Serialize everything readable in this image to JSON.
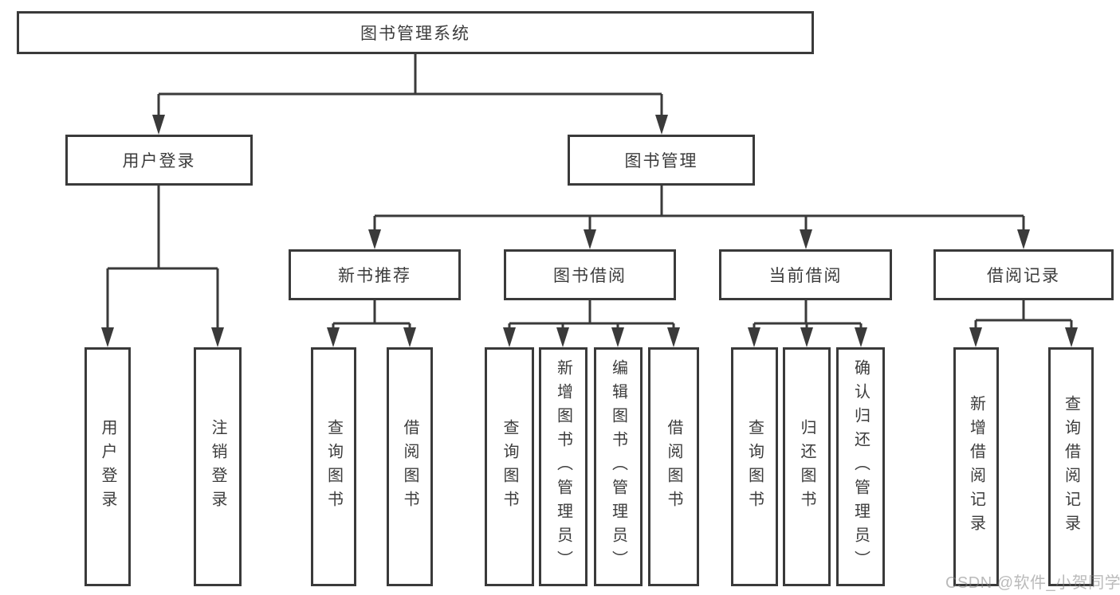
{
  "diagram_type": "hierarchy-tree",
  "tree": {
    "label": "图书管理系统",
    "children": [
      {
        "label": "用户登录",
        "children": [
          {
            "label": "用户登录"
          },
          {
            "label": "注销登录"
          }
        ]
      },
      {
        "label": "图书管理",
        "children": [
          {
            "label": "新书推荐",
            "children": [
              {
                "label": "查询图书"
              },
              {
                "label": "借阅图书"
              }
            ]
          },
          {
            "label": "图书借阅",
            "children": [
              {
                "label": "查询图书"
              },
              {
                "label": "新增图书（管理员）"
              },
              {
                "label": "编辑图书（管理员）"
              },
              {
                "label": "借阅图书"
              }
            ]
          },
          {
            "label": "当前借阅",
            "children": [
              {
                "label": "查询图书"
              },
              {
                "label": "归还图书"
              },
              {
                "label": "确认归还（管理员）"
              }
            ]
          },
          {
            "label": "借阅记录",
            "children": [
              {
                "label": "新增借阅记录"
              },
              {
                "label": "查询借阅记录"
              }
            ]
          }
        ]
      }
    ]
  },
  "watermark": {
    "text": "CSDN @软件_小贺同学"
  },
  "colors": {
    "line": "#3a3a3a",
    "box_border": "#3a3a3a",
    "text": "#3c3c3c",
    "background": "#ffffff",
    "watermark": "#b1b1b1"
  }
}
